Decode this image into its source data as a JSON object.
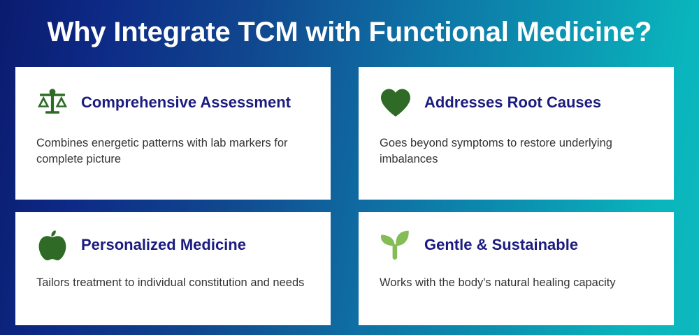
{
  "slide": {
    "title": "Why Integrate TCM with Functional Medicine?",
    "colors": {
      "gradient_start": "#0a1b6e",
      "gradient_mid": "#0f6ea3",
      "gradient_end": "#0db9bd",
      "card_background": "#ffffff",
      "heading": "#1b1b80",
      "body_text": "#333333",
      "icon_dark_green": "#2f6b26",
      "icon_light_green": "#84bc56"
    }
  },
  "cards": [
    {
      "icon": "balance-scale-icon",
      "icon_color": "#2f6b26",
      "title": "Comprehensive Assessment",
      "body": "Combines energetic patterns with lab markers for complete picture"
    },
    {
      "icon": "heart-icon",
      "icon_color": "#2f6b26",
      "title": "Addresses Root Causes",
      "body": "Goes beyond symptoms to restore underlying imbalances"
    },
    {
      "icon": "apple-icon",
      "icon_color": "#2f6b26",
      "title": "Personalized Medicine",
      "body": "Tailors treatment to individual constitution and needs"
    },
    {
      "icon": "seedling-icon",
      "icon_color": "#84bc56",
      "title": "Gentle & Sustainable",
      "body": "Works with the body's natural healing capacity"
    }
  ]
}
